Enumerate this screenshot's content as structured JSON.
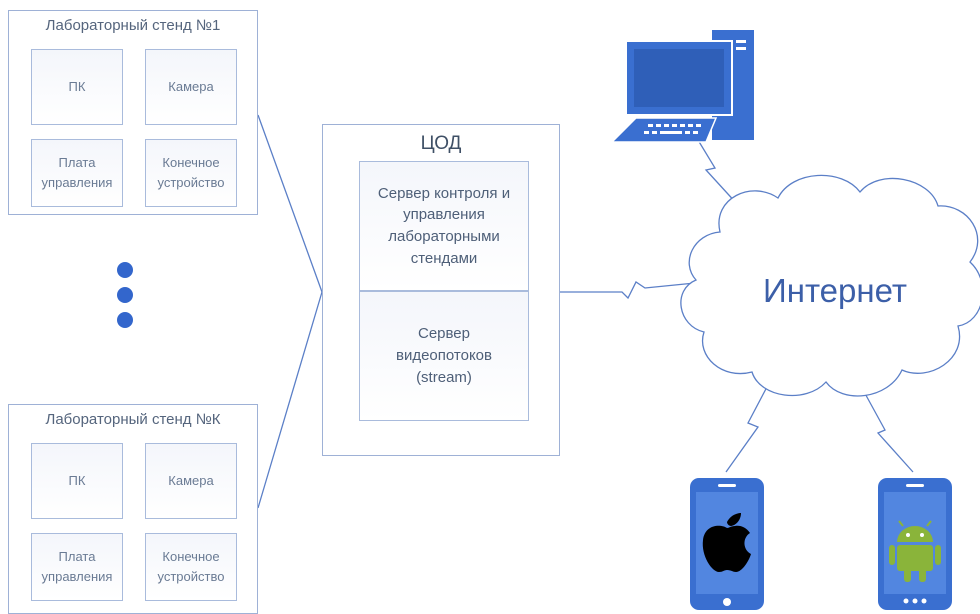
{
  "stands": [
    {
      "title": "Лабораторный стенд №1",
      "cells": [
        "ПК",
        "Камера",
        "Плата\nуправления",
        "Конечное\nустройство"
      ]
    },
    {
      "title": "Лабораторный стенд №К",
      "cells": [
        "ПК",
        "Камера",
        "Плата\nуправления",
        "Конечное\nустройство"
      ]
    }
  ],
  "dc": {
    "title": "ЦОД",
    "servers": [
      "Сервер контроля и\nуправления\nлабораторными\nстендами",
      "Сервер\nвидеопотоков\n(stream)"
    ]
  },
  "internet": {
    "label": "Интернет"
  },
  "icons": [
    "desktop-computer-icon",
    "iphone-apple-icon",
    "android-phone-icon",
    "ellipsis-dots-icon"
  ],
  "colors": {
    "border": "#9eb1d6",
    "device_blue": "#3a6fd0",
    "device_dark": "#2a56b0",
    "text": "#44546a"
  }
}
